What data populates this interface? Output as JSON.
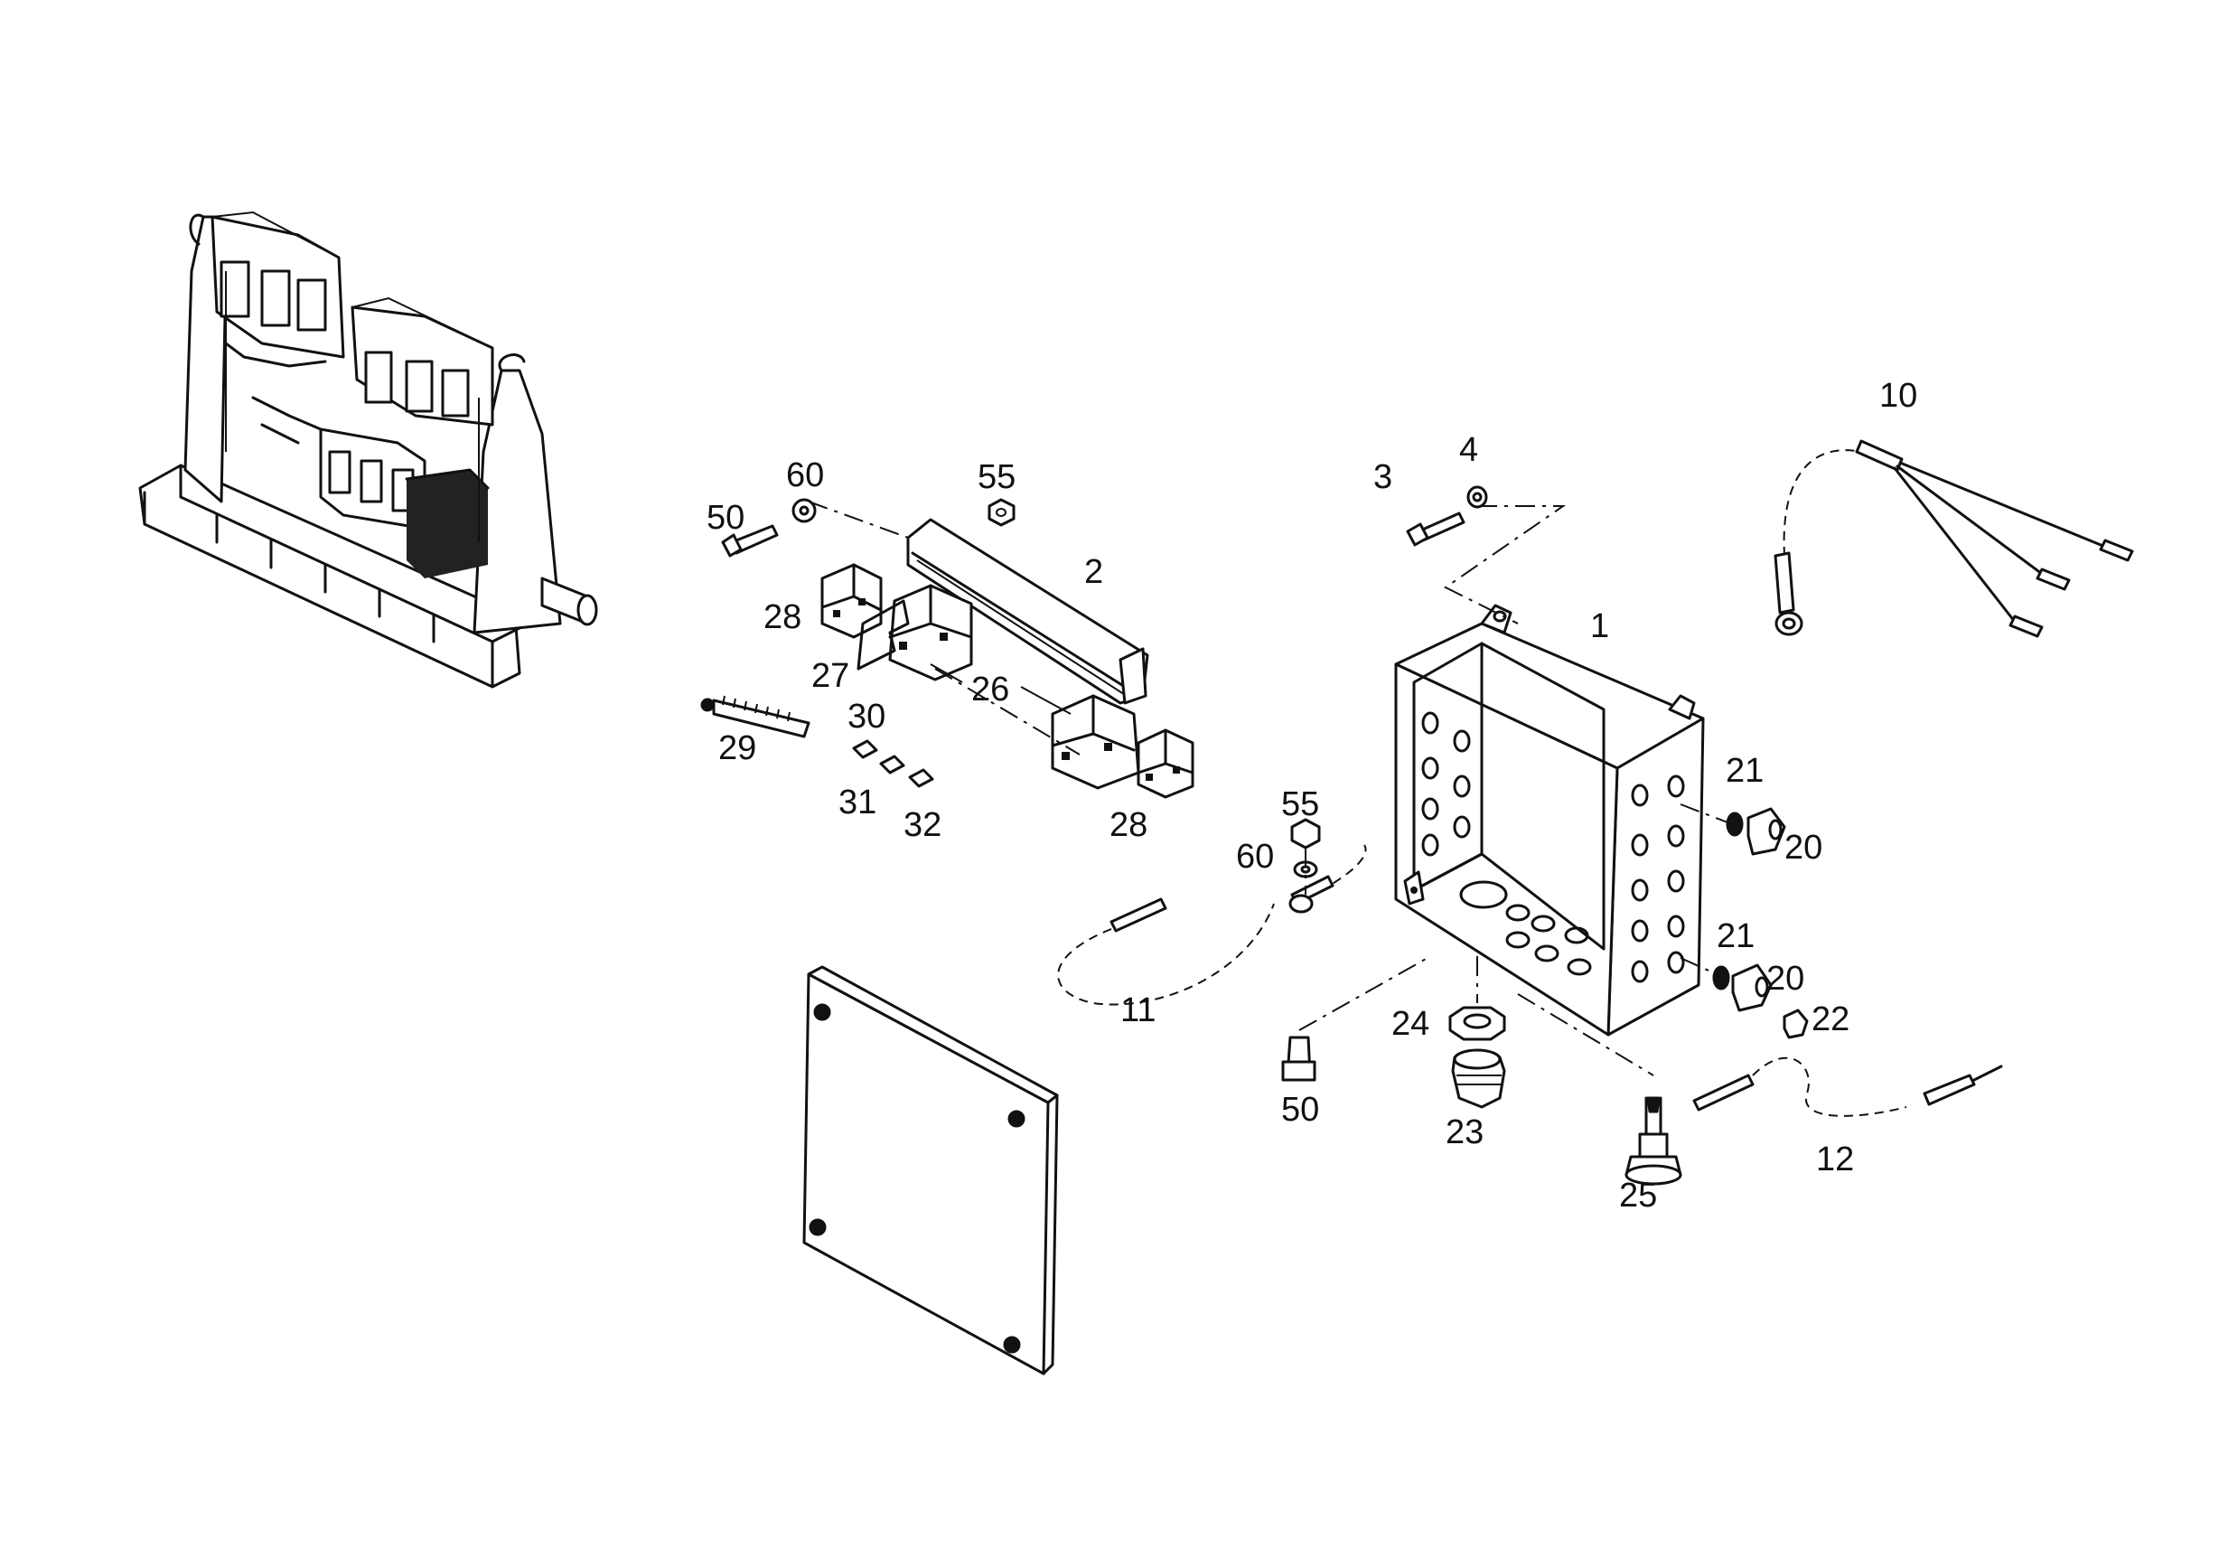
{
  "drawing": {
    "labels": [
      {
        "id": "1",
        "text": "1"
      },
      {
        "id": "2",
        "text": "2"
      },
      {
        "id": "3",
        "text": "3"
      },
      {
        "id": "4",
        "text": "4"
      },
      {
        "id": "10",
        "text": "10"
      },
      {
        "id": "11",
        "text": "11"
      },
      {
        "id": "12",
        "text": "12"
      },
      {
        "id": "20a",
        "text": "20"
      },
      {
        "id": "20b",
        "text": "20"
      },
      {
        "id": "21a",
        "text": "21"
      },
      {
        "id": "21b",
        "text": "21"
      },
      {
        "id": "22",
        "text": "22"
      },
      {
        "id": "23",
        "text": "23"
      },
      {
        "id": "24",
        "text": "24"
      },
      {
        "id": "25",
        "text": "25"
      },
      {
        "id": "26",
        "text": "26"
      },
      {
        "id": "27",
        "text": "27"
      },
      {
        "id": "28a",
        "text": "28"
      },
      {
        "id": "28b",
        "text": "28"
      },
      {
        "id": "29",
        "text": "29"
      },
      {
        "id": "30",
        "text": "30"
      },
      {
        "id": "31",
        "text": "31"
      },
      {
        "id": "32",
        "text": "32"
      },
      {
        "id": "50a",
        "text": "50"
      },
      {
        "id": "50b",
        "text": "50"
      },
      {
        "id": "55a",
        "text": "55"
      },
      {
        "id": "55b",
        "text": "55"
      },
      {
        "id": "60a",
        "text": "60"
      },
      {
        "id": "60b",
        "text": "60"
      }
    ]
  }
}
